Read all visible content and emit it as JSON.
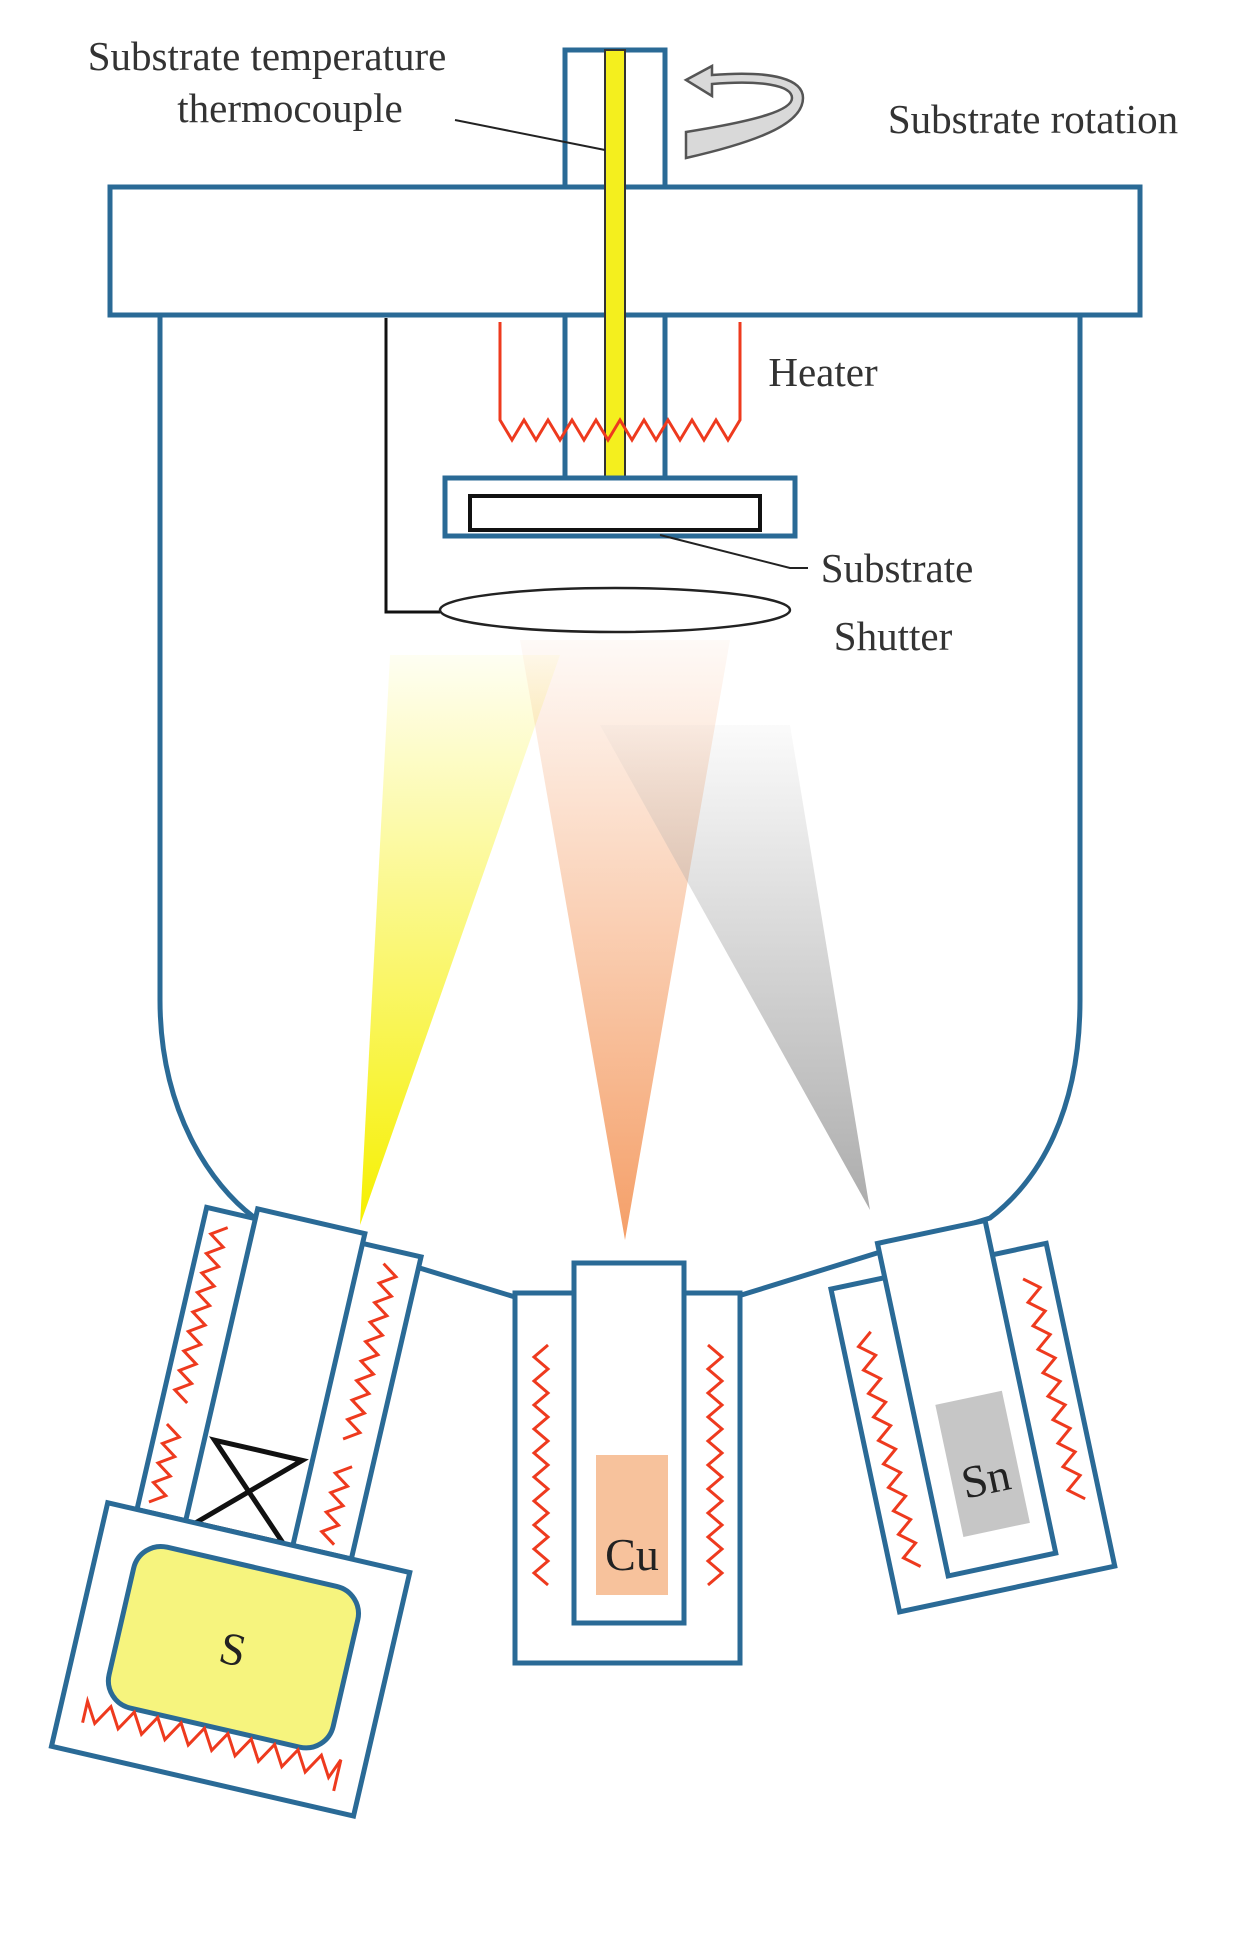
{
  "labels": {
    "thermocouple_line1": "Substrate temperature",
    "thermocouple_line2": "thermocouple",
    "rotation": "Substrate rotation",
    "heater": "Heater",
    "substrate": "Substrate",
    "shutter": "Shutter"
  },
  "sources": {
    "sulfur": "S",
    "copper": "Cu",
    "tin": "Sn"
  },
  "colors": {
    "chamber_outline": "#2a6a96",
    "heater_coil": "#ee3a1e",
    "thermocouple": "#f4ef1e",
    "sulfur_fill": "#f6f47e",
    "copper_fill": "#f7c29c",
    "tin_fill": "#c6c6c6",
    "sulfur_beam": "#f6f000",
    "copper_beam": "#f49a60",
    "tin_beam": "#a8a8a8"
  }
}
